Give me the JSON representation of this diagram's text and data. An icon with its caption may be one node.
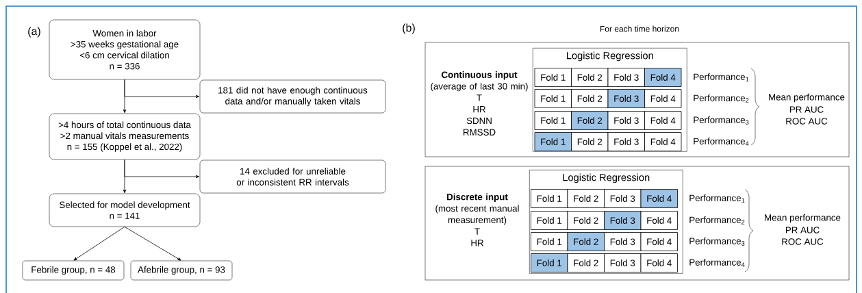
{
  "diagram": {
    "nodes": [
      {
        "text": [
          "Women in labor",
          ">35 weeks gestational age",
          "<6 cm cervical dilation",
          "n = 336"
        ]
      },
      {
        "text": [
          "181 did not have enough continuous data and/or manually taken vitals"
        ]
      },
      {
        "text": [
          ">4 hours of total continuous data",
          ">2 manual vitals measurements",
          "n = 155 (Koppel et al., 2022)"
        ]
      },
      {
        "text": [
          "14 excluded for unreliable or inconsistent RR intervals"
        ]
      },
      {
        "text": [
          "Selected for model development",
          "n = 141"
        ]
      },
      {
        "text": [
          "Febrile group, n = 48"
        ]
      },
      {
        "text": [
          "Afebrile group, n = 93"
        ]
      },
      {
        "text": [
          "Continuous input",
          "(average of last 30 min)",
          "T",
          "HR",
          "SDNN",
          "RMSSD"
        ]
      },
      {
        "text": [
          "Logistic Regression"
        ],
        "in": 7
      },
      {
        "text": [
          "Fold 1"
        ],
        "in": 8
      },
      {
        "text": [
          "Fold 2"
        ],
        "in": 8
      },
      {
        "text": [
          "Fold 3"
        ],
        "in": 8
      },
      {
        "text": [
          "Fold 4"
        ],
        "in": 8
      },
      {
        "text": [
          "Fold 1"
        ],
        "in": 8
      },
      {
        "text": [
          "Fold 2"
        ],
        "in": 8
      },
      {
        "text": [
          "Fold 3"
        ],
        "in": 8
      },
      {
        "text": [
          "Fold 4"
        ],
        "in": 8
      },
      {
        "text": [
          "Fold 1"
        ],
        "in": 8
      },
      {
        "text": [
          "Fold 2"
        ],
        "in": 8
      },
      {
        "text": [
          "Fold 3"
        ],
        "in": 8
      },
      {
        "text": [
          "Fold 4"
        ],
        "in": 8
      },
      {
        "text": [
          "Fold 1"
        ],
        "in": 8
      },
      {
        "text": [
          "Fold 2"
        ],
        "in": 8
      },
      {
        "text": [
          "Fold 3"
        ],
        "in": 8
      },
      {
        "text": [
          "Fold 4"
        ],
        "in": 8
      },
      {
        "text": [
          "Discrete input",
          "(most recent manual measurement)",
          "T",
          "HR"
        ]
      },
      {
        "text": [
          "Logistic Regression"
        ],
        "in": 25
      },
      {
        "text": [
          "Fold 1"
        ],
        "in": 26
      },
      {
        "text": [
          "Fold 2"
        ],
        "in": 26
      },
      {
        "text": [
          "Fold 3"
        ],
        "in": 26
      },
      {
        "text": [
          "Fold 4"
        ],
        "in": 26
      },
      {
        "text": [
          "Fold 1"
        ],
        "in": 26
      },
      {
        "text": [
          "Fold 2"
        ],
        "in": 26
      },
      {
        "text": [
          "Fold 3"
        ],
        "in": 26
      },
      {
        "text": [
          "Fold 4"
        ],
        "in": 26
      },
      {
        "text": [
          "Fold 1"
        ],
        "in": 26
      },
      {
        "text": [
          "Fold 2"
        ],
        "in": 26
      },
      {
        "text": [
          "Fold 3"
        ],
        "in": 26
      },
      {
        "text": [
          "Fold 4"
        ],
        "in": 26
      },
      {
        "text": [
          "Fold 1"
        ],
        "in": 26
      },
      {
        "text": [
          "Fold 2"
        ],
        "in": 26
      },
      {
        "text": [
          "Fold 3"
        ],
        "in": 26
      },
      {
        "text": [
          "Fold 4"
        ],
        "in": 26
      }
    ],
    "edges": [
      {
        "from": 0,
        "to": 2,
        "arrow": "to"
      },
      {
        "from": 0,
        "to": 1,
        "arrow": "to"
      },
      {
        "from": 2,
        "to": 4,
        "arrow": "to"
      },
      {
        "from": 2,
        "to": 3,
        "arrow": "to"
      },
      {
        "from": 4,
        "to": 5,
        "arrow": "to"
      },
      {
        "from": 4,
        "to": 6,
        "arrow": "to"
      }
    ],
    "labels": [
      "(a)",
      "(b)",
      "For each time horizon",
      "Performance$_{1}$",
      "Performance$_{2}$",
      "Performance$_{3}$",
      "Performance$_{4}$",
      "Mean performance",
      "PR AUC",
      "ROC AUC",
      "Performance$_{1}$",
      "Performance$_{2}$",
      "Performance$_{3}$",
      "Performance$_{4}$",
      "Mean performance",
      "PR AUC",
      "ROC AUC"
    ]
  }
}
